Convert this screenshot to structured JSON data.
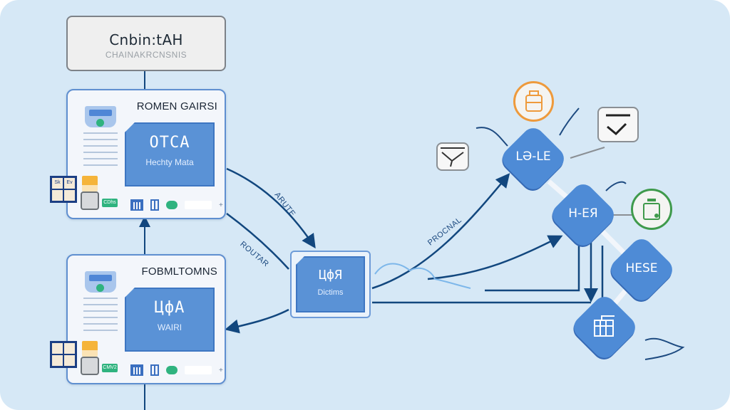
{
  "diagram": {
    "title": "Cnbin:tAH",
    "subtitle": "CHAINAKRCNSNIS",
    "panels": [
      {
        "title": "ROMEN GAIRSI",
        "card_code": "OTCA",
        "card_caption": "Hechty Mata",
        "tag_label": "CDhs"
      },
      {
        "title": "FOBMLTOMNS",
        "card_code": "ЦфА",
        "card_caption": "WAIRI",
        "tag_label": "CMV2"
      }
    ],
    "center_node": {
      "code": "ЦфЯ",
      "caption": "Dictims"
    },
    "edge_labels": {
      "top_arrow": "ARUTE",
      "bottom_arrow": "ROUTAR",
      "right_arrow": "PROCNAL"
    },
    "nodes": [
      {
        "id": "node-1",
        "label": "LƏ-LE"
      },
      {
        "id": "node-2",
        "label": "H-ЕЯ"
      },
      {
        "id": "node-3",
        "label": "HESE"
      },
      {
        "id": "node-4",
        "label": "printer-icon"
      }
    ],
    "icons": {
      "orange_circle": "luggage-icon",
      "green_circle": "jar-icon",
      "bubbles": [
        "envelope-icon",
        "envelope-icon"
      ]
    },
    "colors": {
      "background": "#d6e8f6",
      "node_blue": "#4e8bd6",
      "line_navy": "#12477e",
      "orange_accent": "#ee9a3c",
      "green_accent": "#3f9a4c",
      "panel_border": "#5f8fd0"
    }
  }
}
